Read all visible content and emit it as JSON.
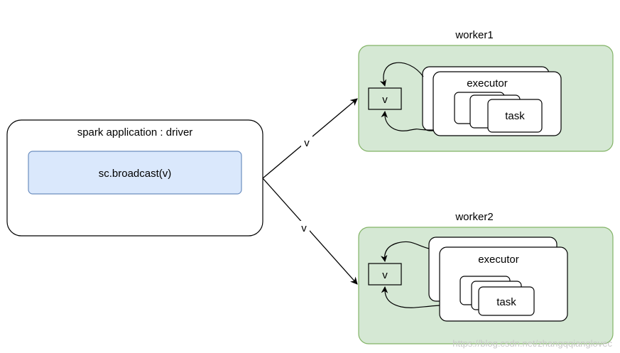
{
  "driver": {
    "title": "spark application : driver",
    "call": "sc.broadcast(v)"
  },
  "arrows": {
    "to_worker1": "v",
    "to_worker2": "v"
  },
  "worker1": {
    "title": "worker1",
    "variable": "v",
    "executor_label": "executor",
    "task_label": "task"
  },
  "worker2": {
    "title": "worker2",
    "variable": "v",
    "executor_label": "executor",
    "task_label": "task"
  },
  "watermark": "https://blog.csdn.net/zhangqqianglovec",
  "colors": {
    "worker_fill": "#d5e8d4",
    "worker_stroke": "#82b366",
    "call_fill": "#dae8fc",
    "call_stroke": "#6c8ebf"
  }
}
